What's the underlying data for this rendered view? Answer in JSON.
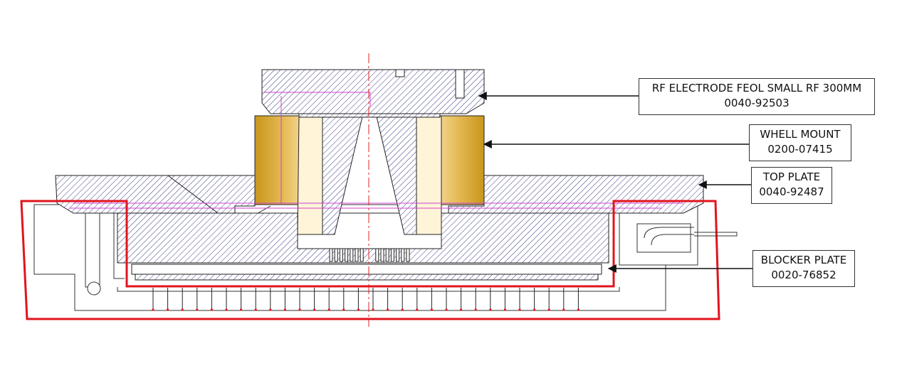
{
  "callouts": [
    {
      "name": "RF ELECTRODE FEOL SMALL RF 300MM",
      "part": "0040-92503"
    },
    {
      "name": "WHELL MOUNT",
      "part": "0200-07415"
    },
    {
      "name": "TOP PLATE",
      "part": "0040-92487"
    },
    {
      "name": "BLOCKER PLATE",
      "part": "0020-76852"
    }
  ],
  "colors": {
    "hatch": "#3b3b8a",
    "outline": "#222222",
    "highlight_red": "#e0141e",
    "centerline_red": "#e02020",
    "magenta": "#d040d0",
    "gold_dark": "#b8860b",
    "gold_light": "#fff4d8"
  }
}
